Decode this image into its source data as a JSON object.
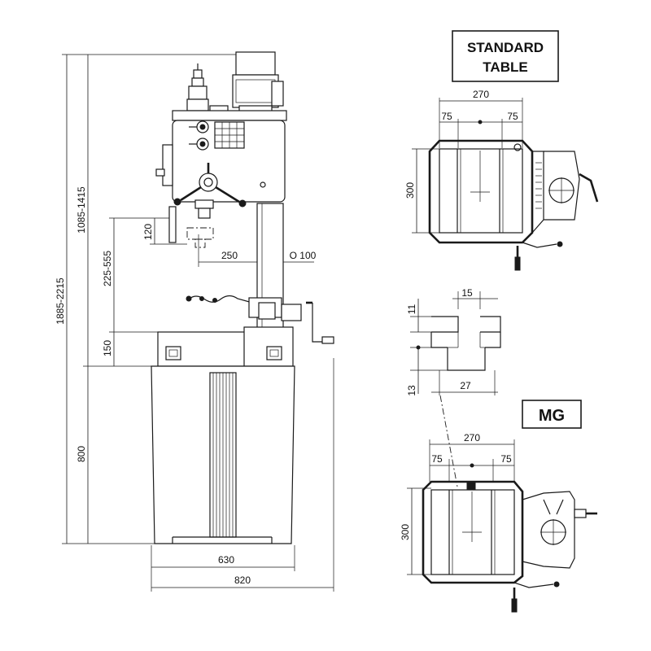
{
  "labels": {
    "standard_table_line1": "STANDARD",
    "standard_table_line2": "TABLE",
    "mg": "MG"
  },
  "front_view": {
    "overall_height": "1885-2215",
    "table_height": "1085-1415",
    "spindle_table_dist": "225-555",
    "quill_travel": "120",
    "table_thickness": "150",
    "base_height": "800",
    "throat": "250",
    "column_dia": "O 100",
    "base_width": "630",
    "overall_width": "820"
  },
  "standard_table_view": {
    "width": "270",
    "slot_left": "75",
    "slot_right": "75",
    "depth": "300"
  },
  "t_slot_section": {
    "top_width": "15",
    "top_height": "11",
    "bottom_width": "27",
    "bottom_height": "13"
  },
  "mg_table_view": {
    "width": "270",
    "slot_left": "75",
    "slot_right": "75",
    "depth": "300"
  }
}
